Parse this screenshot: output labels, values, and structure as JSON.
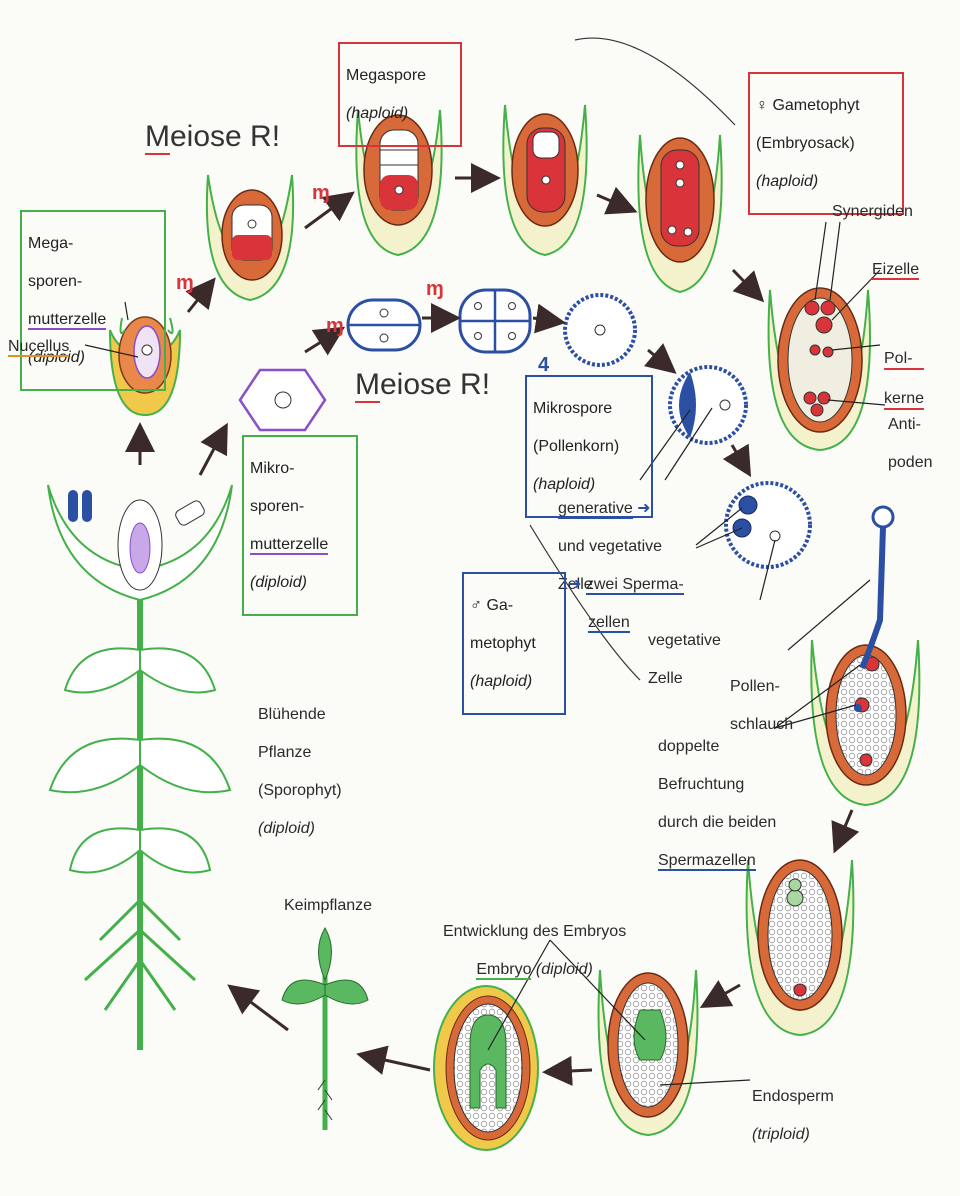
{
  "labels": {
    "megaspore": {
      "line1": "Megaspore",
      "line2": "(haploid)"
    },
    "gametophyt_f": {
      "line1": "♀ Gametophyt",
      "line2": "(Embryosack)",
      "line3": "(haploid)"
    },
    "meiose_top": {
      "m": "M",
      "rest": "eiose R!"
    },
    "meiose_mid": {
      "m": "M",
      "rest": "eiose R!"
    },
    "megasporenmutterzelle": {
      "line1": "Mega-",
      "line2": "sporen-",
      "line3": "mutterzelle",
      "line4": "(diploid)"
    },
    "nucellus": "Nucellus",
    "synergiden": "Synergiden",
    "eizelle": "Eizelle",
    "polkerne": {
      "line1": "Pol-",
      "line2": "kerne"
    },
    "antipoden": {
      "line1": "Anti-",
      "line2": "poden"
    },
    "mikrospore": {
      "line1": "Mikrospore",
      "line2": "(Pollenkorn)",
      "line3": "(haploid)"
    },
    "mikrosporenmutterzelle": {
      "line1": "Mikro-",
      "line2": "sporen-",
      "line3": "mutterzelle",
      "line4": "(diploid)"
    },
    "generative": {
      "line1": "generative",
      "line2": "und vegetative",
      "line3": "Zelle"
    },
    "zwei_sperma": {
      "line1": "zwei Sperma-",
      "line2": "zellen"
    },
    "gametophyt_m": {
      "line1": "♂ Ga-",
      "line2": "metophyt",
      "line3": "(haploid)"
    },
    "vegetative": {
      "line1": "vegetative",
      "line2": "Zelle"
    },
    "pollenschlauch": {
      "line1": "Pollen-",
      "line2": "schlauch"
    },
    "doppelte": {
      "line1": "doppelte",
      "line2": "Befruchtung",
      "line3": "durch die beiden",
      "line4": "Spermazellen"
    },
    "bluehende": {
      "line1": "Blühende",
      "line2": "Pflanze",
      "line3": "(Sporophyt)",
      "line4": "(diploid)"
    },
    "keimpflanze": "Keimpflanze",
    "entwicklung": {
      "line1": "Entwicklung des Embryos",
      "line2": "Embryo",
      "line3": "(diploid)"
    },
    "endosperm": {
      "line1": "Endosperm",
      "line2": "(triploid)"
    },
    "meiosis_mark": "ɱ",
    "step_mark": "4"
  },
  "colors": {
    "red": "#d8343a",
    "blue": "#2b4fa3",
    "green": "#44b04a",
    "cream": "#f4f2cc",
    "orange": "#e0902a",
    "yellow": "#f1c94a",
    "purple": "#8a4fc8"
  }
}
